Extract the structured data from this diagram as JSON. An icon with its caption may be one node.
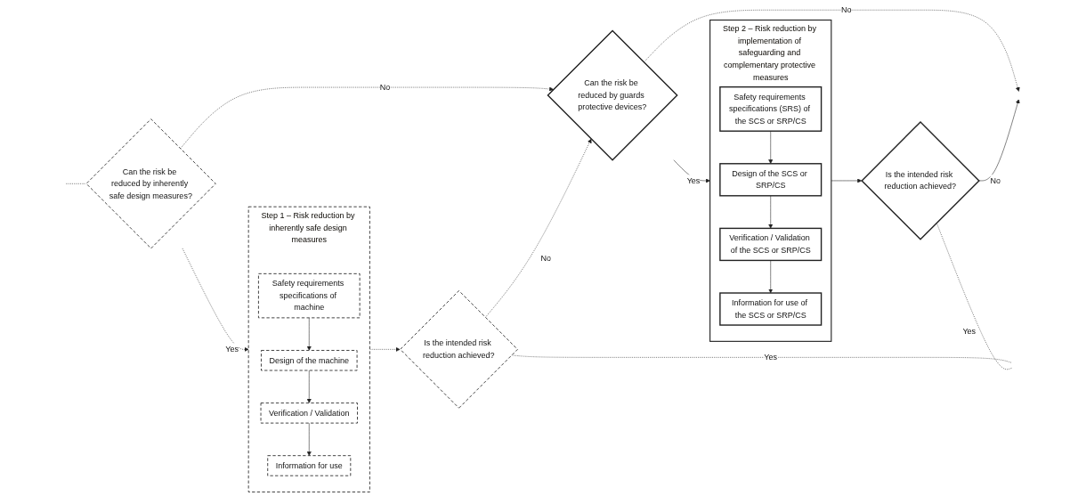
{
  "diagram": {
    "nodes": [
      {
        "text": [
          "Can the risk be reduced by inherently safe design measures?"
        ]
      },
      {
        "text": [
          "Step 1 – Risk reduction by inherently safe design measures"
        ]
      },
      {
        "text": [
          "Safety requirements specifications of machine"
        ],
        "in": 1
      },
      {
        "text": [
          "Design of the machine"
        ],
        "in": 1
      },
      {
        "text": [
          "Verification / Validation"
        ],
        "in": 1
      },
      {
        "text": [
          "Information for use"
        ],
        "in": 1
      },
      {
        "text": [
          "Is the intended risk reduction achieved?"
        ]
      },
      {
        "text": [
          "Can the risk be reduced by guards protective devices?"
        ]
      },
      {
        "text": [
          "Step 2 – Risk reduction by implementation of safeguarding and complementary protective measures"
        ]
      },
      {
        "text": [
          "Safety requirements specifications (SRS) of the SCS or SRP/CS"
        ],
        "in": 8
      },
      {
        "text": [
          "Design of the SCS or SRP/CS"
        ],
        "in": 8
      },
      {
        "text": [
          "Verification / Validation of the SCS or SRP/CS"
        ],
        "in": 8
      },
      {
        "text": [
          "Information for use of the SCS or SRP/CS"
        ],
        "in": 8
      },
      {
        "text": [
          "Is the intended risk reduction achieved?"
        ]
      }
    ],
    "edges": [
      {
        "from": null,
        "to": 0,
        "arrow": "none",
        "style": "dashed"
      },
      {
        "from": 0,
        "to": 1,
        "arrow": "to",
        "label": "Yes",
        "style": "dashed"
      },
      {
        "from": 2,
        "to": 3,
        "arrow": "to"
      },
      {
        "from": 3,
        "to": 4,
        "arrow": "to"
      },
      {
        "from": 4,
        "to": 5,
        "arrow": "to"
      },
      {
        "from": 1,
        "to": 6,
        "arrow": "to",
        "style": "dashed"
      },
      {
        "from": 6,
        "to": null,
        "arrow": "none",
        "label": "Yes",
        "style": "dashed"
      },
      {
        "from": 0,
        "to": 7,
        "arrow": "to",
        "label": "No",
        "style": "dashed"
      },
      {
        "from": 6,
        "to": 7,
        "arrow": "to",
        "label": "No",
        "style": "dashed"
      },
      {
        "from": 7,
        "to": 8,
        "arrow": "to",
        "label": "Yes"
      },
      {
        "from": 9,
        "to": 10,
        "arrow": "to"
      },
      {
        "from": 10,
        "to": 11,
        "arrow": "to"
      },
      {
        "from": 11,
        "to": 12,
        "arrow": "to"
      },
      {
        "from": 8,
        "to": 13,
        "arrow": "to"
      },
      {
        "from": 13,
        "to": null,
        "arrow": "none",
        "label": "Yes",
        "style": "dashed"
      },
      {
        "from": 7,
        "to": null,
        "arrow": "to",
        "label": "No",
        "style": "dashed"
      },
      {
        "from": 13,
        "to": null,
        "arrow": "to",
        "label": "No"
      }
    ]
  }
}
